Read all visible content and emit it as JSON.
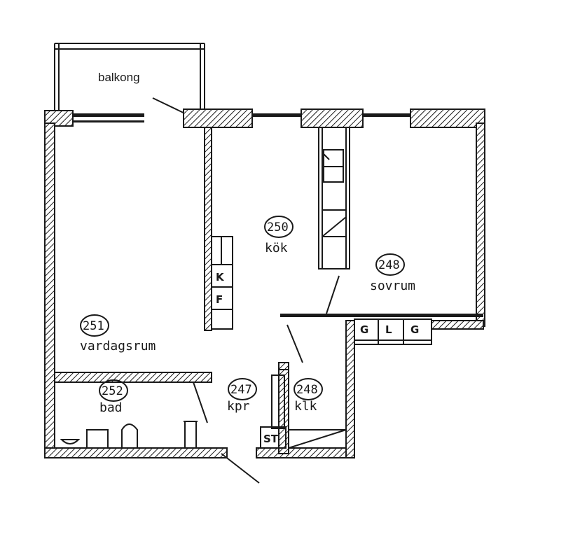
{
  "balcony": {
    "label": "balkong"
  },
  "rooms": [
    {
      "id": "kok",
      "number": "250",
      "name": "kök"
    },
    {
      "id": "sovrum",
      "number": "248",
      "name": "sovrum"
    },
    {
      "id": "vardagsrum",
      "number": "251",
      "name": "vardagsrum"
    },
    {
      "id": "bad",
      "number": "252",
      "name": "bad"
    },
    {
      "id": "kpr",
      "number": "247",
      "name": "kpr"
    },
    {
      "id": "klk",
      "number": "248",
      "name": "klk"
    }
  ],
  "fixtures": {
    "kitchen_k": "K",
    "kitchen_f": "F",
    "closet_g1": "G",
    "closet_l": "L",
    "closet_g2": "G",
    "storage_st": "ST"
  }
}
